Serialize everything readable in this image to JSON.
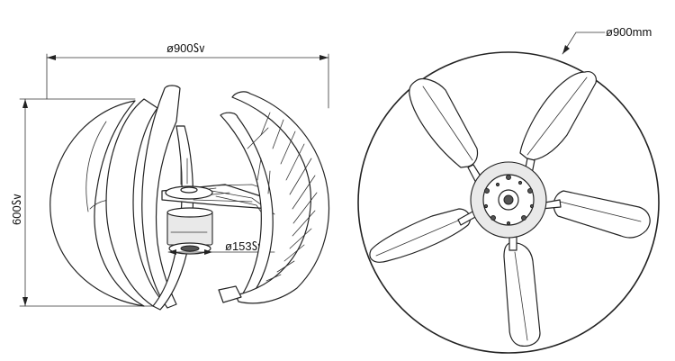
{
  "dimensions": {
    "side_width": "ø900㏜",
    "side_height": "600㏜",
    "hub_diameter": "ø153㏜",
    "front_diameter": "ø900mm"
  }
}
